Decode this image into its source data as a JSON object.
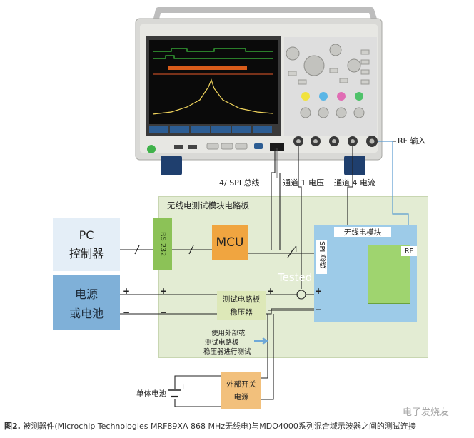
{
  "labels": {
    "rf_input": "RF 输入",
    "spi_bus_4": "4/ SPI 总线",
    "ch1_voltage": "通道 1 电压",
    "ch4_current": "通道 4 电流",
    "test_board": "无线电测试模块电路板",
    "pc_line1": "PC",
    "pc_line2": "控制器",
    "rs232": "RS-232",
    "mcu": "MCU",
    "wireless_module": "无线电模块",
    "spi_vertical": "SPI 总线",
    "bus_width": "4",
    "rf_chip": "RF",
    "tested": "Tested",
    "power_line1": "电源",
    "power_line2": "或电池",
    "regulator_line1": "测试电路板",
    "regulator_line2": "稳压器",
    "note_line1": "使用外部或",
    "note_line2": "测试电路板",
    "note_line3": "稳压器进行测试",
    "ext_switch_line1": "外部开关",
    "ext_switch_line2": "电源",
    "single_cell": "单体电池",
    "plus": "+",
    "minus": "−"
  },
  "caption": {
    "prefix": "图2.",
    "text": " 被测器件(Microchip Technologies MRF89XA 868 MHz无线电)与MDO4000系列混合域示波器之间的测试连接"
  },
  "watermark": "电子发烧友",
  "colors": {
    "board_fill": "#e3ecd3",
    "pc_fill": "#e4eef7",
    "power_fill": "#7fb0d8",
    "mcu_fill": "#f0a540",
    "rs232_fill": "#8cc257",
    "module_fill": "#9dcbe8",
    "rf_fill": "#9fd46f",
    "regulator_fill": "#dde8b8",
    "ext_switch_fill": "#f2c07c",
    "wire": "#5a7fa0"
  },
  "icons": [
    "oscilloscope-image",
    "battery-icon",
    "arrow-right-icon",
    "ammeter-icon"
  ]
}
